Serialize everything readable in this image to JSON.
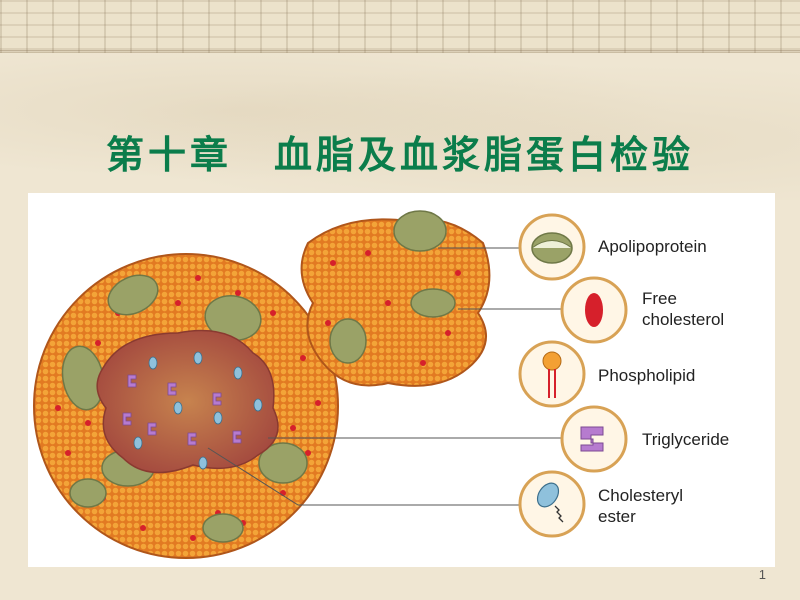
{
  "slide": {
    "title": "第十章　血脂及血浆脂蛋白检验",
    "page_number": "1"
  },
  "figure": {
    "labels": {
      "apolipoprotein": "Apolipoprotein",
      "free_cholesterol_line1": "Free",
      "free_cholesterol_line2": "cholesterol",
      "phospholipid": "Phospholipid",
      "triglyceride": "Triglyceride",
      "cholesteryl_ester_line1": "Cholesteryl",
      "cholesteryl_ester_line2": "ester"
    },
    "colors": {
      "lipid_shell": "#e2701f",
      "phospholipid_head": "#f3a033",
      "apolipoprotein": "#9aa267",
      "free_cholesterol": "#d6202b",
      "core": "#b85a45",
      "triglyceride": "#b67bcf",
      "cholesteryl_ester": "#8fc1dc"
    }
  }
}
